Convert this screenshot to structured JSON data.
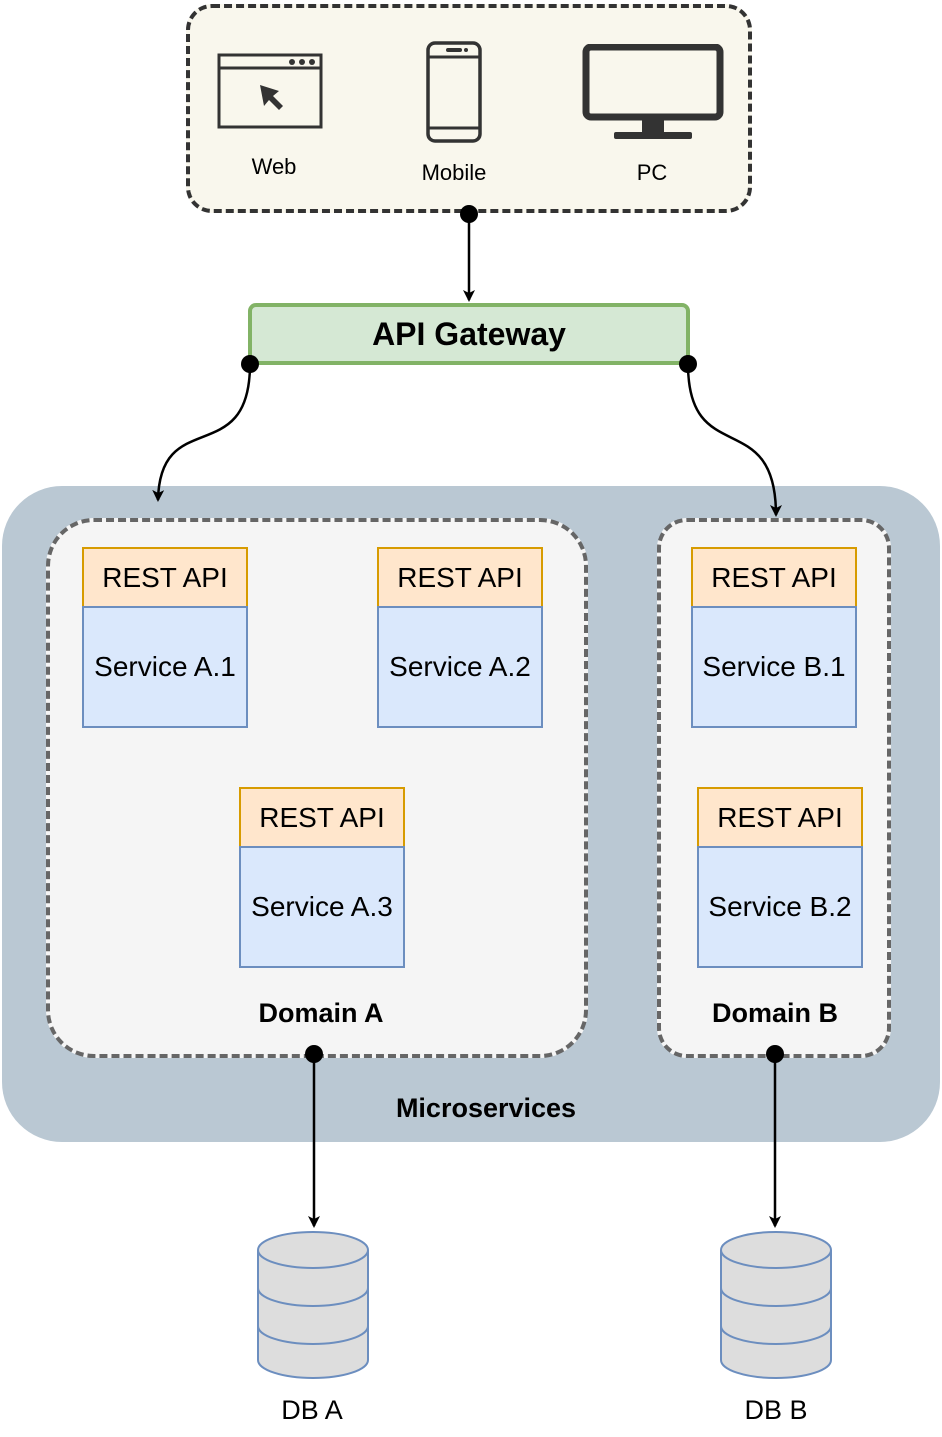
{
  "clients": {
    "web": "Web",
    "mobile": "Mobile",
    "pc": "PC"
  },
  "gateway": {
    "label": "API Gateway"
  },
  "microservices": {
    "label": "Microservices"
  },
  "domain_a": {
    "label": "Domain A",
    "services": [
      {
        "api": "REST API",
        "name": "Service A.1"
      },
      {
        "api": "REST API",
        "name": "Service A.2"
      },
      {
        "api": "REST API",
        "name": "Service A.3"
      }
    ]
  },
  "domain_b": {
    "label": "Domain B",
    "services": [
      {
        "api": "REST API",
        "name": "Service B.1"
      },
      {
        "api": "REST API",
        "name": "Service B.2"
      }
    ]
  },
  "databases": {
    "a": "DB A",
    "b": "DB B"
  },
  "icons": {
    "web": "browser-window-icon",
    "mobile": "smartphone-icon",
    "pc": "desktop-monitor-icon",
    "db": "database-cylinder-icon"
  },
  "colors": {
    "clients_fill": "#f9f7ed",
    "gateway_fill": "#d5e8d4",
    "gateway_stroke": "#82b366",
    "microservices_fill": "#bac8d3",
    "domain_fill": "#f5f5f5",
    "rest_fill": "#ffe6cc",
    "rest_stroke": "#d79b00",
    "service_fill": "#dae8fc",
    "service_stroke": "#6c8ebf",
    "db_fill": "#dddddd",
    "db_stroke": "#777777"
  }
}
